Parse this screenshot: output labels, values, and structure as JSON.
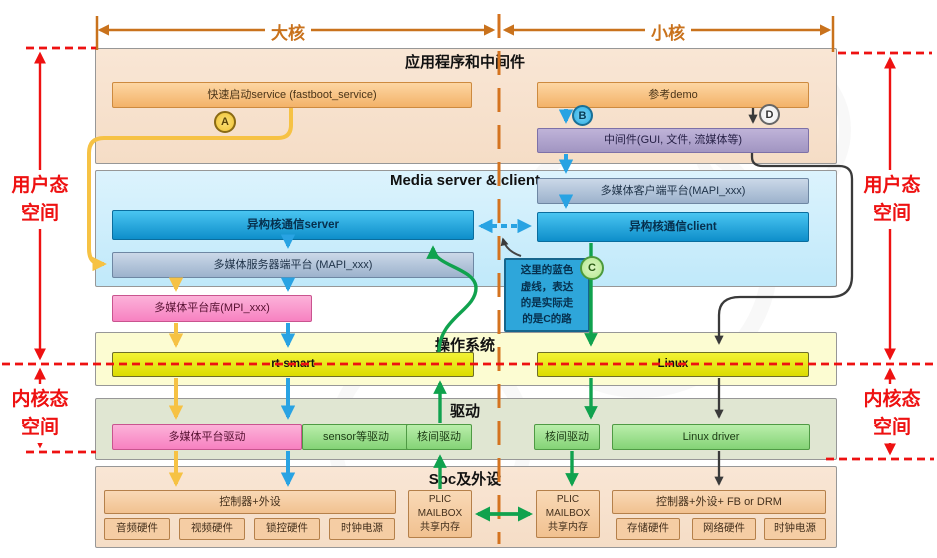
{
  "headers": {
    "big_core": "大核",
    "small_core": "小核"
  },
  "side_labels": {
    "user_line1": "用户态",
    "user_line2": "空间",
    "kernel_line1": "内核态",
    "kernel_line2": "空间"
  },
  "markers": {
    "a": "A",
    "b": "B",
    "c": "C",
    "d": "D"
  },
  "app_band": {
    "title": "应用程序和中间件",
    "fastboot": "快速启动service (fastboot_service)",
    "demo": "参考demo",
    "middleware": "中间件(GUI, 文件, 流媒体等)"
  },
  "media_band": {
    "title": "Media server & client",
    "server": "异构核通信server",
    "server_platform": "多媒体服务器端平台 (MAPI_xxx)",
    "client_platform": "多媒体客户端平台(MAPI_xxx)",
    "client": "异构核通信client"
  },
  "mpi_lib": "多媒体平台库(MPI_xxx)",
  "note": {
    "line1": "这里的蓝色",
    "line2": "虚线，表达",
    "line3": "的是实际走",
    "line4": "的是C的路"
  },
  "os_band": {
    "title": "操作系统",
    "rt_smart": "rt-smart",
    "linux": "Linux"
  },
  "driver_band": {
    "title": "驱动",
    "media_driver": "多媒体平台驱动",
    "sensor_driver": "sensor等驱动",
    "ipc_driver_left": "核间驱动",
    "ipc_driver_right": "核间驱动",
    "linux_driver": "Linux driver"
  },
  "soc_band": {
    "title": "Soc及外设",
    "left_controller": "控制器+外设",
    "left_hw": [
      "音频硬件",
      "视频硬件",
      "锁控硬件",
      "时钟电源"
    ],
    "plic": {
      "l1": "PLIC",
      "l2": "MAILBOX",
      "l3": "共享内存"
    },
    "right_controller": "控制器+外设+ FB or DRM",
    "right_hw": [
      "存储硬件",
      "网络硬件",
      "时钟电源"
    ]
  },
  "colors": {
    "red": "#ee1111",
    "orange_header": "#c9721c",
    "yellow_arrow": "#f6c244",
    "blue_arrow": "#29a3e3",
    "green_arrow": "#10a24e",
    "dark_arrow": "#3a3a3a",
    "band_app_bg": "#f8e3d0",
    "band_media_bg": "#cdeefb",
    "band_os_bg": "#fcfcd2",
    "band_driver_bg": "#e0e6d2",
    "box_orange": "#f9c489",
    "box_purple": "#b3a6cf",
    "box_blue": "#1a9fd9",
    "box_grayblue": "#aabdd3",
    "box_pink": "#fa9ccd",
    "box_yellow": "#e8e405",
    "box_green": "#97dd8b",
    "box_peach": "#f6c9a0"
  }
}
